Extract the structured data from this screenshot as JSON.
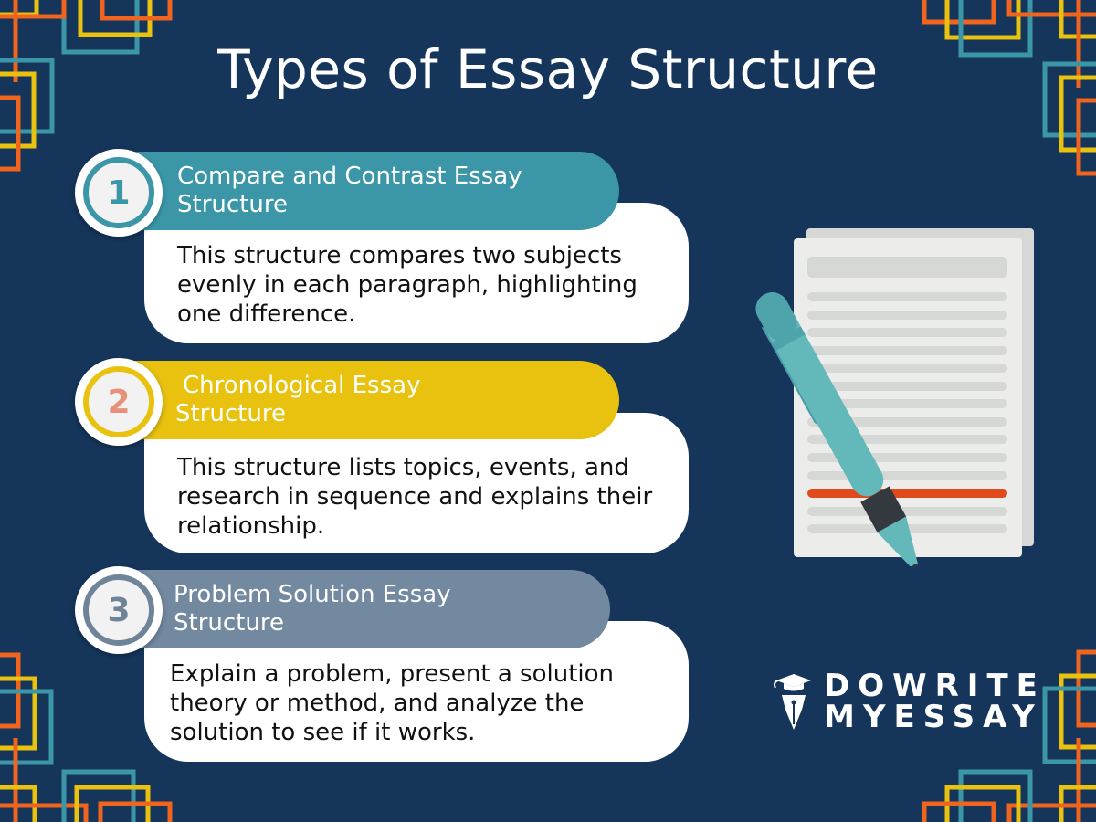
{
  "title": "Types of Essay Structure",
  "colors": {
    "background": "#15355b",
    "teal": "#3b97a8",
    "yellow": "#e8c20e",
    "slate": "#7389a0",
    "orange": "#f0641e",
    "red_line": "#e04a1c"
  },
  "items": [
    {
      "number": "1",
      "heading_line1": "Compare and Contrast Essay",
      "heading_line2": "Structure",
      "description": "This structure compares two subjects evenly in each paragraph, highlighting one difference.",
      "color": "#3b97a8",
      "number_color": "#3b97a8"
    },
    {
      "number": "2",
      "heading_line1": "Chronological Essay",
      "heading_line2": "Structure",
      "description": "This structure lists topics, events, and research in sequence and explains their relationship.",
      "color": "#e8c20e",
      "number_color": "#e8917a"
    },
    {
      "number": "3",
      "heading_line1": "Problem Solution Essay",
      "heading_line2": "Structure",
      "description": "Explain a problem, present a solution theory or method, and analyze the solution to see if it works.",
      "color": "#7389a0",
      "number_color": "#6f8399"
    }
  ],
  "illustration": {
    "icon": "document-with-pen-icon"
  },
  "brand": {
    "line1": "DOWRITE",
    "line2": "MYESSAY",
    "icon": "pen-nib-graduation-cap-icon"
  }
}
